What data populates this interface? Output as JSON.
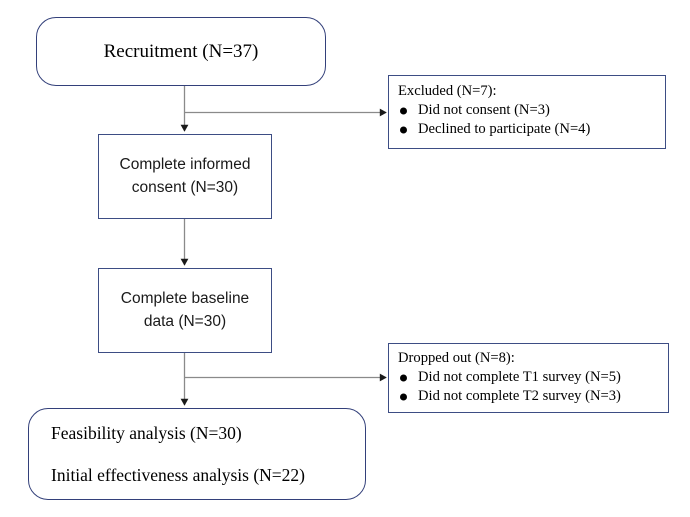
{
  "diagram": {
    "type": "participant-flow-chart",
    "colors": {
      "rounded_border": "#33407a",
      "rect_border": "#3d4d84",
      "connector": "#8a8a8a",
      "arrowhead": "#1a1a1a",
      "background": "#ffffff",
      "text": "#000000"
    },
    "nodes": {
      "recruitment": {
        "label": "Recruitment (N=37)"
      },
      "consent": {
        "line1": "Complete informed",
        "line2": "consent  (N=30)"
      },
      "baseline": {
        "line1": "Complete baseline",
        "line2": "data (N=30)"
      },
      "analysis": {
        "line1": "Feasibility analysis (N=30)",
        "line2": "Initial effectiveness analysis (N=22)"
      },
      "excluded": {
        "title": "Excluded (N=7):",
        "items": [
          "Did not consent (N=3)",
          "Declined to participate (N=4)"
        ]
      },
      "dropped": {
        "title": "Dropped out (N=8):",
        "items": [
          "Did not complete T1 survey (N=5)",
          "Did not complete T2 survey (N=3)"
        ]
      }
    },
    "connectors": [
      {
        "name": "recruitment-to-consent",
        "from": "recruitment",
        "to": "consent"
      },
      {
        "name": "recruitment-to-excluded",
        "from": "recruitment",
        "to": "excluded"
      },
      {
        "name": "consent-to-baseline",
        "from": "consent",
        "to": "baseline"
      },
      {
        "name": "baseline-to-analysis",
        "from": "baseline",
        "to": "analysis"
      },
      {
        "name": "baseline-to-dropped",
        "from": "baseline",
        "to": "dropped"
      }
    ]
  }
}
